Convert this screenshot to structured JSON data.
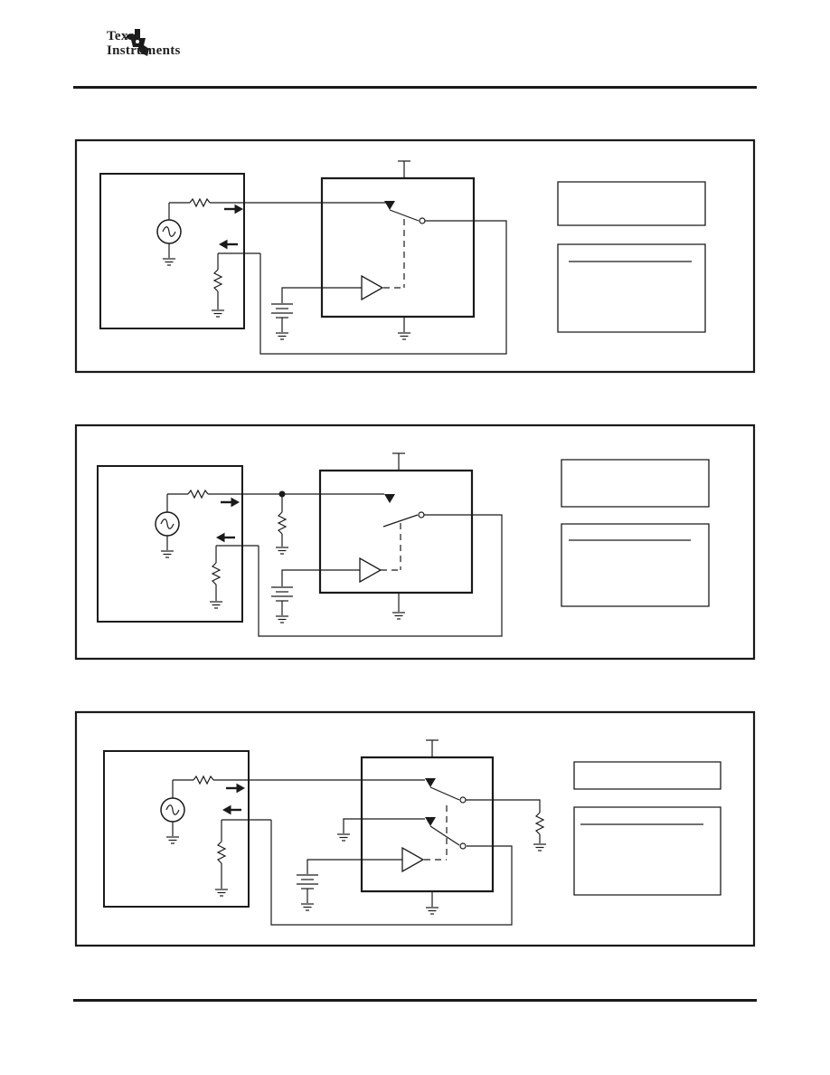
{
  "header": {
    "logo_line1": "Texas",
    "logo_line2": "Instruments",
    "logo_icon": "ti-state-logo-icon"
  },
  "figures": [
    {
      "id": "figure-1",
      "description_visible": false
    },
    {
      "id": "figure-2",
      "description_visible": false
    },
    {
      "id": "figure-3",
      "description_visible": false
    }
  ],
  "colors": {
    "ink": "#1a1a1a",
    "background": "#ffffff"
  }
}
